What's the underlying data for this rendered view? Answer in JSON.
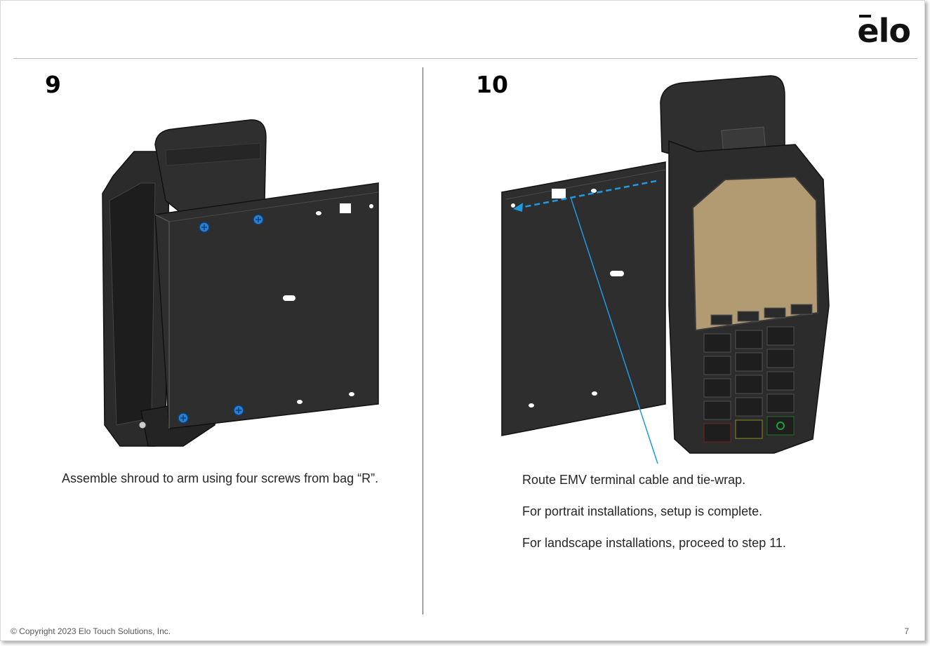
{
  "header": {
    "logo_text": "elo"
  },
  "steps": [
    {
      "number": "9",
      "caption": "Assemble shroud to arm using four screws from bag “R”."
    },
    {
      "number": "10",
      "caption_lines": [
        "Route EMV terminal cable and tie-wrap.",
        "For portrait installations, setup is complete.",
        "For landscape installations, proceed to step 11."
      ]
    }
  ],
  "footer": {
    "copyright": "© Copyright 2023 Elo Touch Solutions, Inc.",
    "page_number": "7"
  },
  "colors": {
    "accent_blue": "#1f9ae0",
    "screw_blue": "#2a7fd0",
    "part_dark": "#2c2c2c",
    "screen_tan": "#b29a73",
    "divider": "#555555"
  },
  "icons": {
    "logo": "elo-logo",
    "routing_arrow": "dashed-arrow-left"
  }
}
